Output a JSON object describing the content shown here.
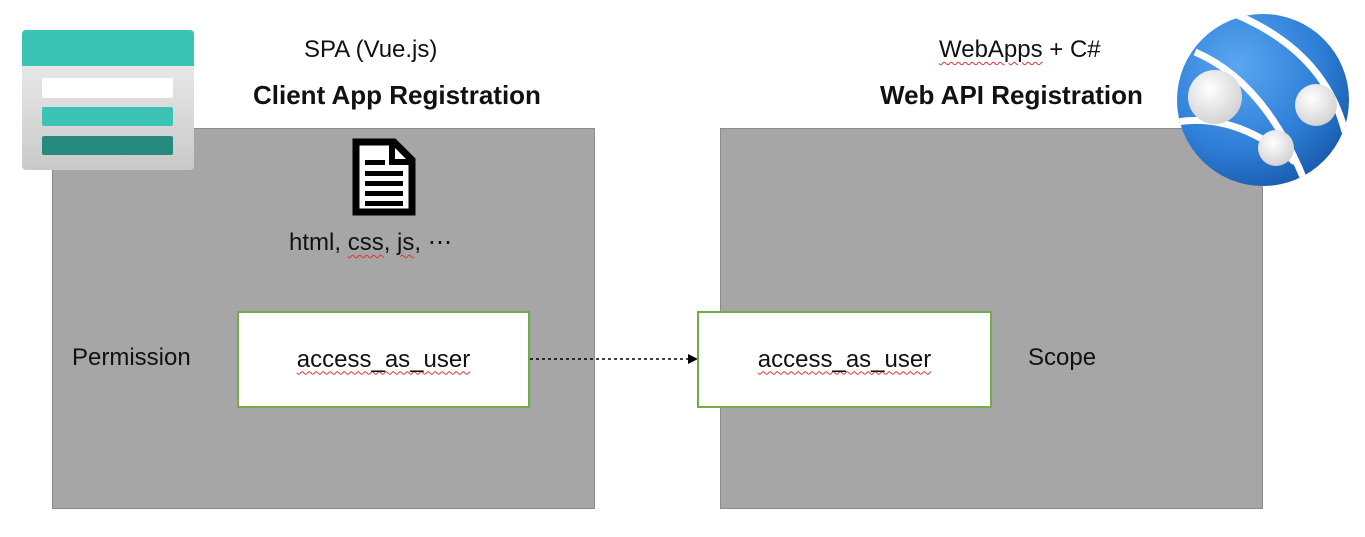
{
  "client": {
    "subtitle": "SPA (Vue.js)",
    "title": "Client App Registration",
    "files_prefix": "html, ",
    "files_css": "css",
    "files_sep": ", ",
    "files_js": "js",
    "files_suffix": ", ⋯",
    "side_label": "Permission",
    "permission": "access_as_user"
  },
  "api": {
    "subtitle_a": "WebApps",
    "subtitle_b": " + C#",
    "title": "Web API Registration",
    "side_label": "Scope",
    "scope": "access_as_user"
  },
  "icons": {
    "client_icon": "app-registration-icon",
    "file_icon": "document-icon",
    "api_icon": "web-app-globe-icon"
  },
  "colors": {
    "panel": "#a6a6a6",
    "box_border": "#70ad47",
    "teal": "#3bc4b5",
    "teal_dark": "#268a7e",
    "globe_blue": "#2f7fd8"
  }
}
